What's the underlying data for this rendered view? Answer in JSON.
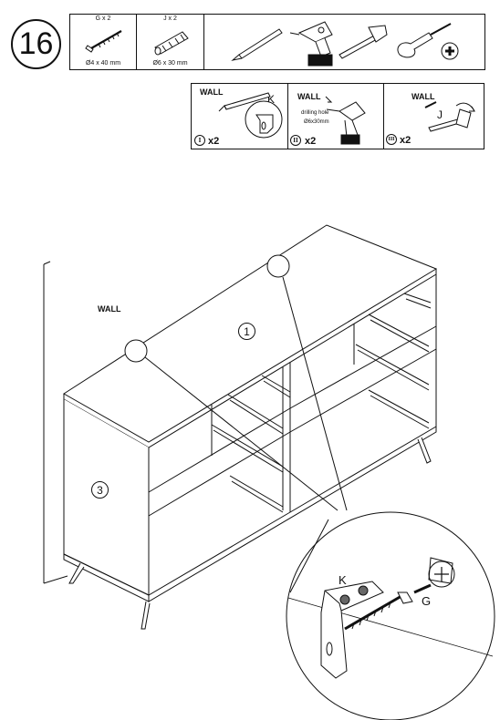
{
  "step": {
    "number": "16"
  },
  "parts": [
    {
      "qty": "G x 2",
      "size": "Ø4 x 40 mm",
      "icon": "screw-icon"
    },
    {
      "qty": "J x 2",
      "size": "Ø6 x 30 mm",
      "icon": "wall-plug-icon"
    }
  ],
  "tools": [
    "pencil-icon",
    "drill-icon",
    "hammer-icon",
    "screwdriver-icon",
    "phillips-head-icon"
  ],
  "install": {
    "steps": [
      {
        "roman": "I",
        "wall": "WALL",
        "letter": "K",
        "count": "x2"
      },
      {
        "roman": "II",
        "wall": "WALL",
        "note_line1": "drilling hole",
        "note_line2": "Ø6x30mm",
        "count": "x2"
      },
      {
        "roman": "III",
        "wall": "WALL",
        "letter": "J",
        "count": "x2"
      }
    ]
  },
  "main": {
    "wall_label": "WALL",
    "panel_top": "1",
    "panel_side": "3",
    "detail_letter_k": "K",
    "detail_letter_g": "G"
  }
}
